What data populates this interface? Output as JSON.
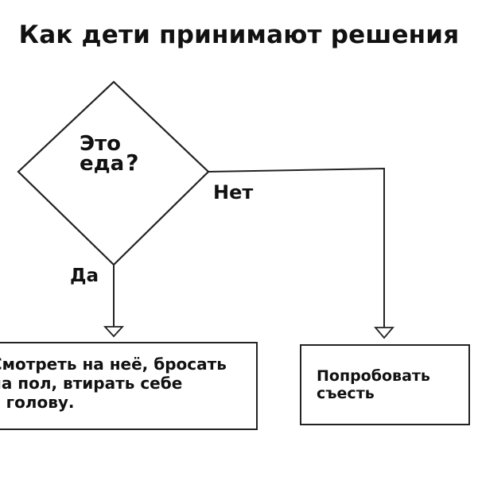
{
  "title": "Как дети принимают решения",
  "decision": {
    "line1": "Это",
    "line2": "еда",
    "mark": "?"
  },
  "branches": {
    "no_label": "Нет",
    "yes_label": "Да"
  },
  "outcomes": {
    "yes_lines": [
      "Смотреть на неё, бросать",
      "на пол, втирать себе",
      "в голову."
    ],
    "no_lines": [
      "Попробовать",
      "съесть"
    ]
  },
  "colors": {
    "stroke": "#222222",
    "background": "#ffffff"
  }
}
